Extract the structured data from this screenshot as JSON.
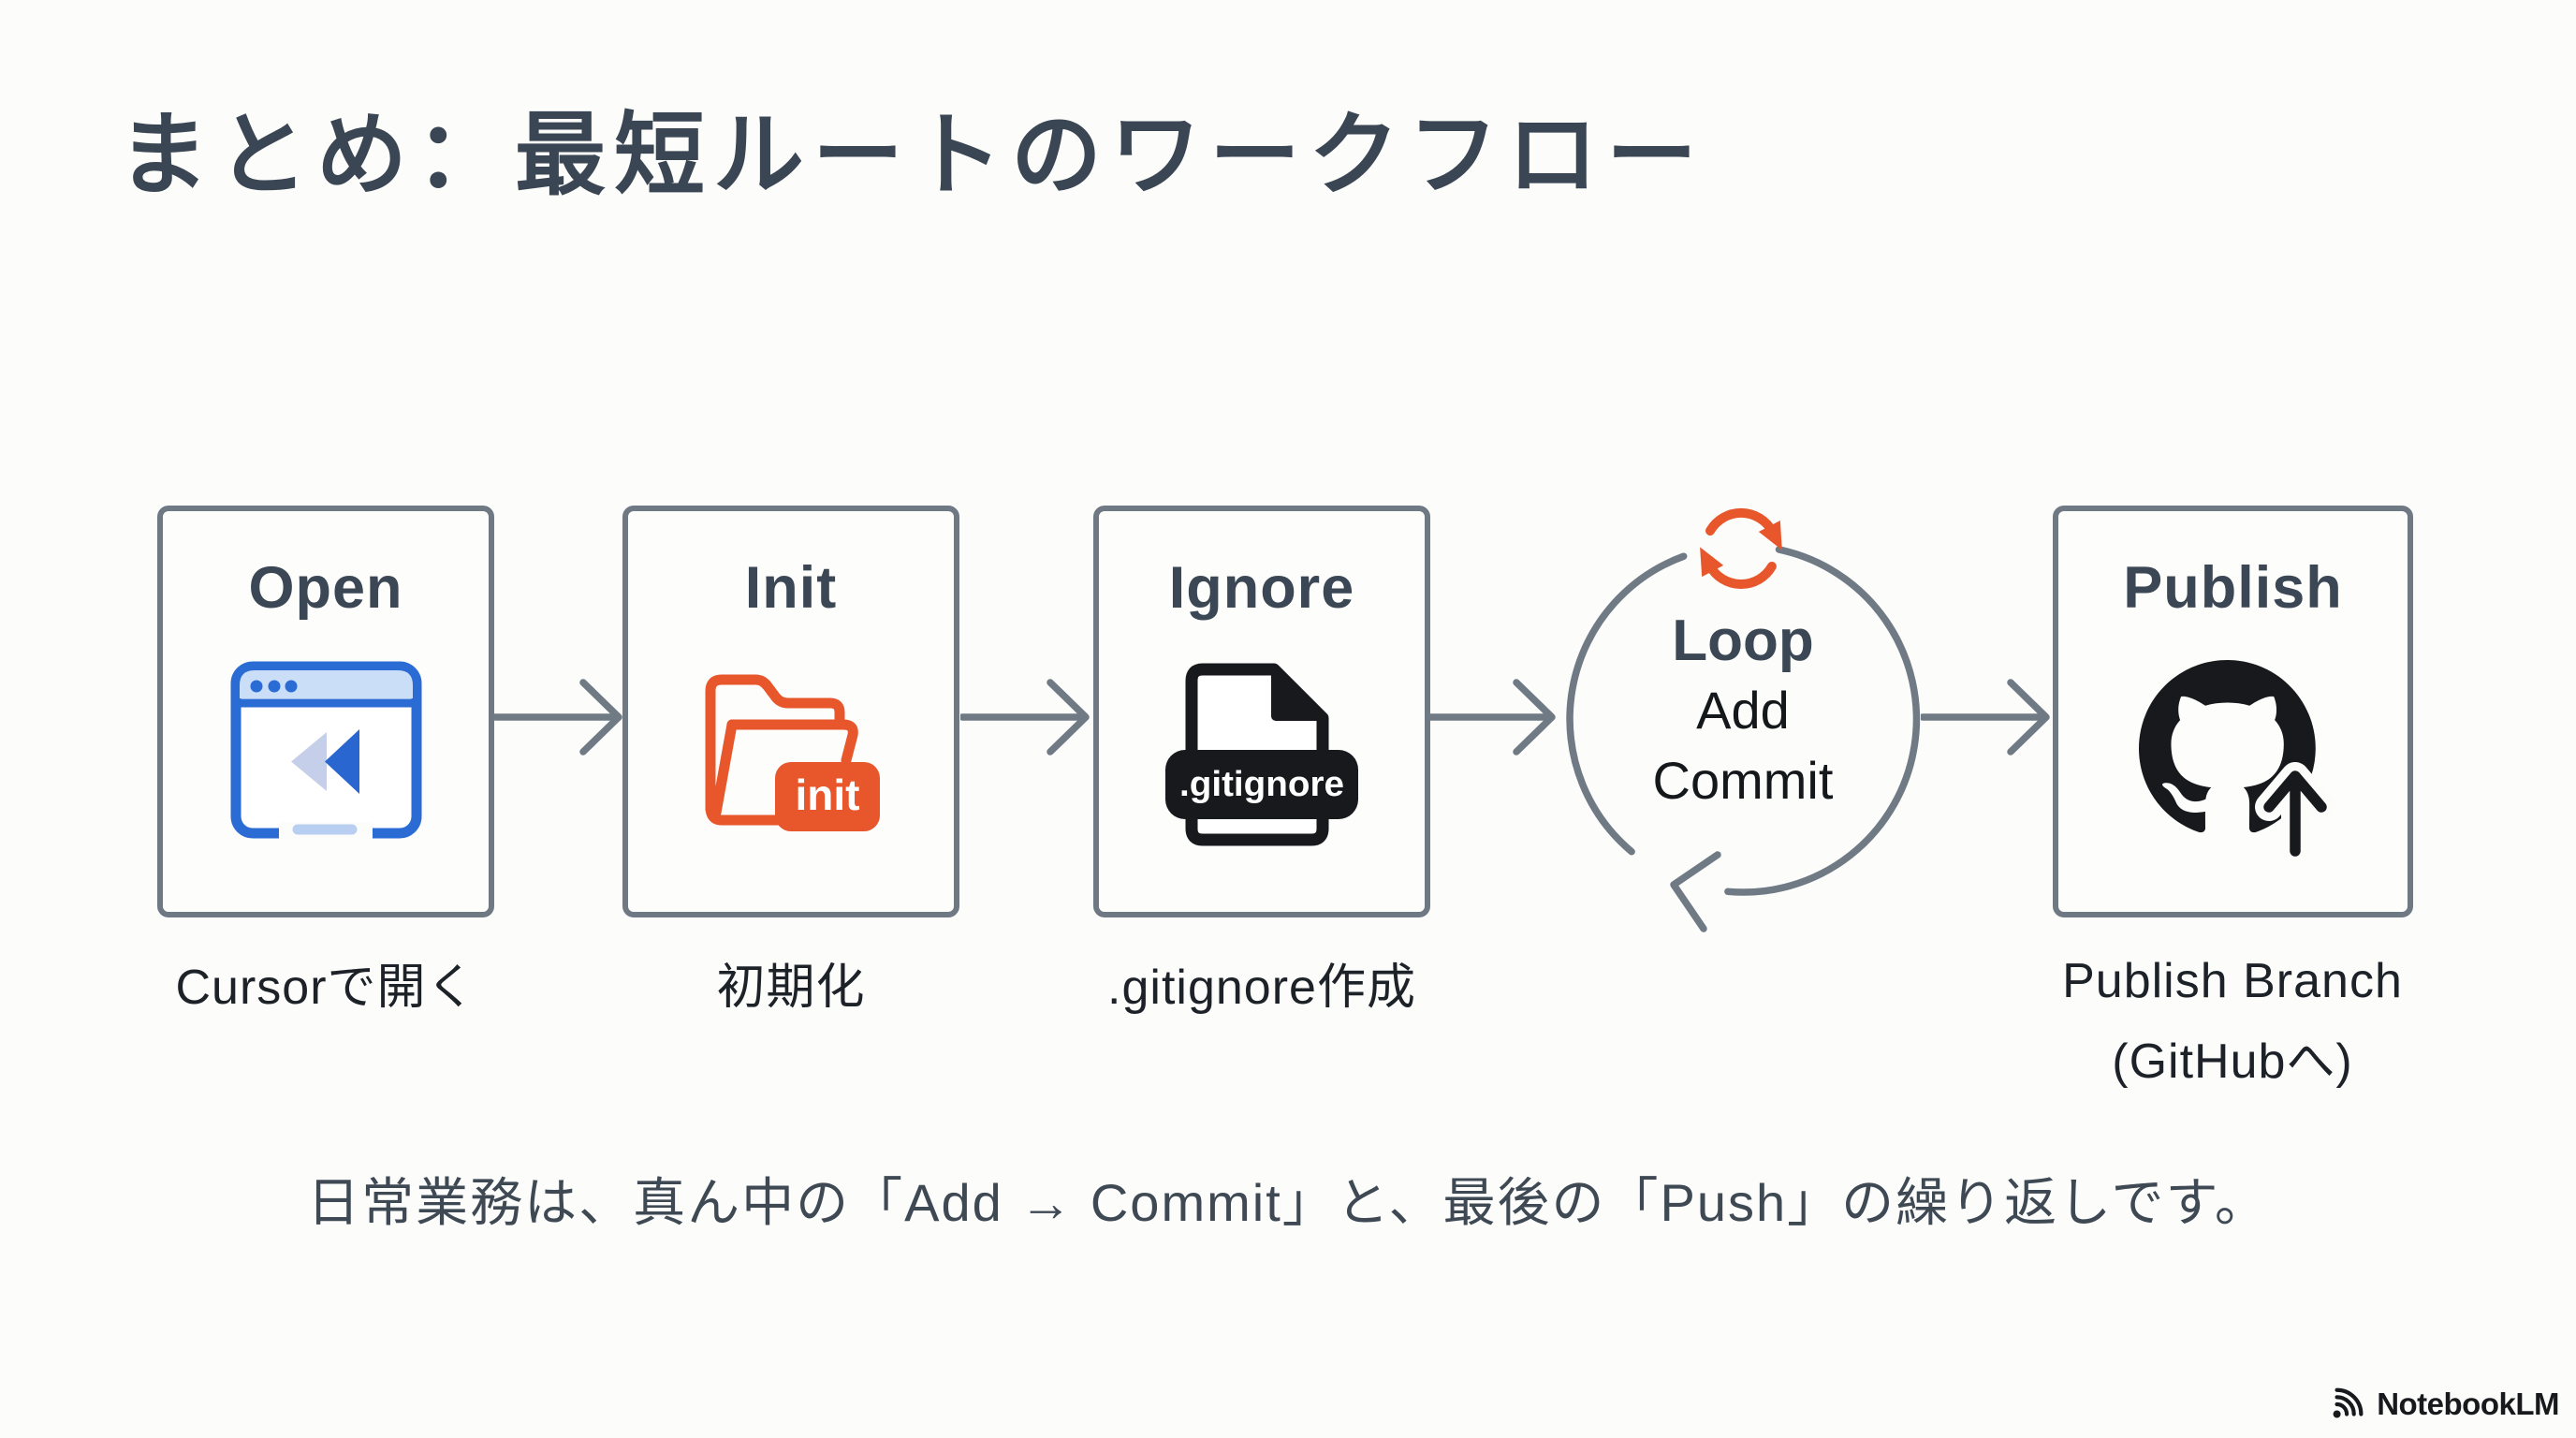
{
  "slide": {
    "title": "まとめ：最短ルートのワークフロー",
    "background": "#fcfcfb"
  },
  "colors": {
    "heading_slate": "#3b4754",
    "box_border_gray": "#6e7983",
    "arrow_gray": "#6f7a85",
    "accent_orange": "#e8572c",
    "accent_blue": "#2a6bd4",
    "light_blue": "#cbdef8",
    "icon_black": "#17191c"
  },
  "steps": [
    {
      "label": "Open",
      "caption": "Cursorで開く",
      "icon": "browser-back-icon"
    },
    {
      "label": "Init",
      "caption": "初期化",
      "icon": "git-init-folder-icon",
      "badge": "init"
    },
    {
      "label": "Ignore",
      "caption": ".gitignore作成",
      "icon": "gitignore-file-icon",
      "badge": ".gitignore"
    },
    {
      "label": "Loop",
      "sub_lines": [
        "Add",
        "Commit"
      ],
      "icon": "sync-refresh-icon"
    },
    {
      "label": "Publish",
      "caption": "Publish Branch",
      "caption2": "(GitHubへ)",
      "icon": "github-publish-icon"
    }
  ],
  "bottom_note": "日常業務は、真ん中の「Add → Commit」と、最後の「Push」の繰り返しです。",
  "brand": "NotebookLM"
}
